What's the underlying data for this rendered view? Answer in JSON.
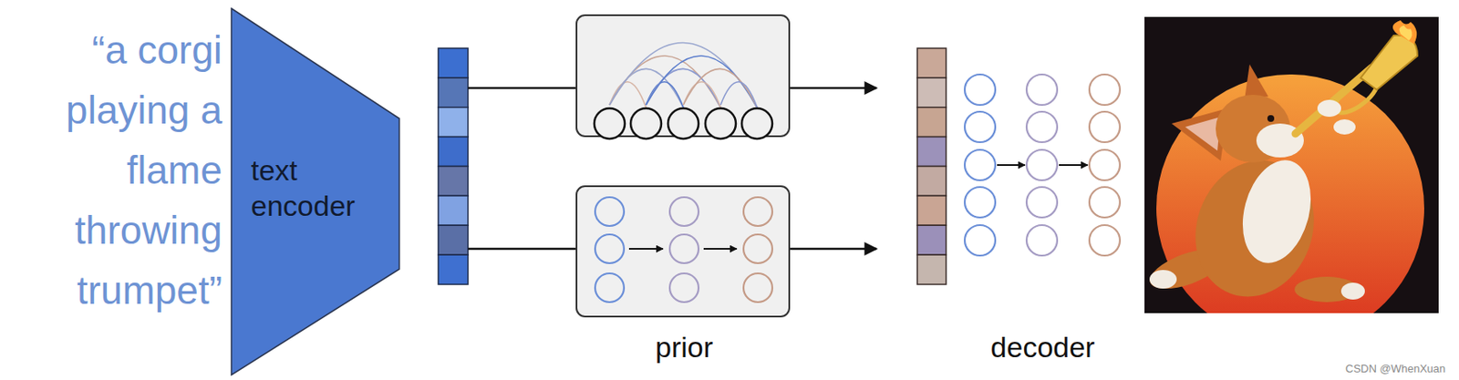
{
  "diagram": {
    "nodes": [
      {
        "text": [
          "text encoder"
        ]
      }
    ],
    "labels": [
      "“a corgi playing a flame throwing trumpet”",
      "prior",
      "decoder",
      "CSDN @WhenXuan"
    ]
  }
}
